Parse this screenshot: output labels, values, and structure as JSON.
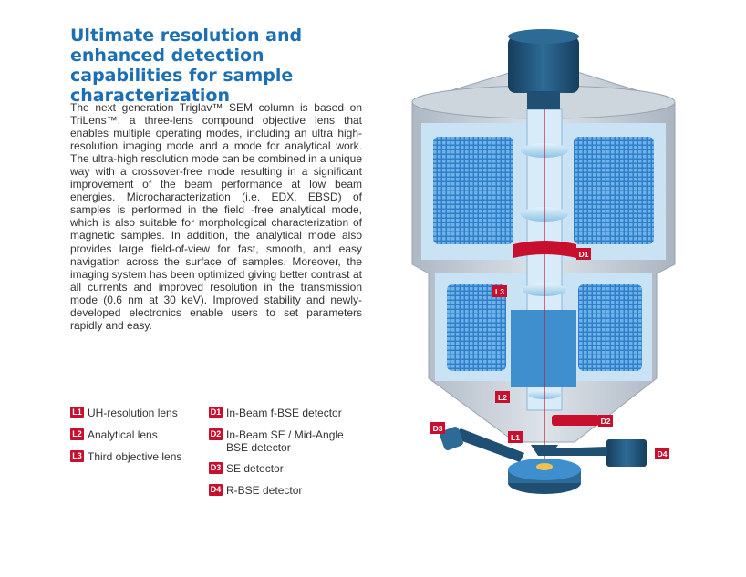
{
  "colors": {
    "title_blue": "#1d6fb3",
    "badge_red": "#c8102e",
    "body_text": "#333333",
    "coil_blue": "#3c8fd6",
    "shell_grey": "#bcc5cf",
    "dark_navy": "#1f4f73"
  },
  "heading": "Ultimate resolution and enhanced detection capabilities for sample characterization",
  "body": "The next generation Triglav™ SEM column is based on TriLens™, a three-lens compound objective lens that enables multiple operating modes, including an ultra high-resolution imaging mode and a mode for analytical work. The ultra-high resolution mode can be combined in a unique way with a crossover-free mode resulting in a significant improvement of the beam performance at low beam energies. Microcharacterization (i.e. EDX, EBSD) of samples is performed in the field -free analytical mode, which is also suitable for morphological characterization of magnetic samples. In addition, the analytical mode also provides large field-of-view for fast, smooth, and easy navigation across the surface of samples. Moreover, the imaging system has been optimized giving better contrast at all currents and improved resolution in the transmission mode (0.6 nm at 30 keV). Improved stability and newly-developed electronics enable users to set parameters rapidly and easy.",
  "legend": {
    "lenses": [
      {
        "code": "L1",
        "label": "UH-resolution lens"
      },
      {
        "code": "L2",
        "label": "Analytical lens"
      },
      {
        "code": "L3",
        "label": "Third objective lens"
      }
    ],
    "detectors": [
      {
        "code": "D1",
        "label": "In-Beam f-BSE detector"
      },
      {
        "code": "D2",
        "label": "In-Beam SE / Mid-Angle BSE detector"
      },
      {
        "code": "D3",
        "label": "SE detector"
      },
      {
        "code": "D4",
        "label": "R-BSE detector"
      }
    ]
  },
  "diagram_labels": {
    "d1": "D1",
    "d2": "D2",
    "d3": "D3",
    "d4": "D4",
    "l1": "L1",
    "l2": "L2",
    "l3": "L3"
  }
}
